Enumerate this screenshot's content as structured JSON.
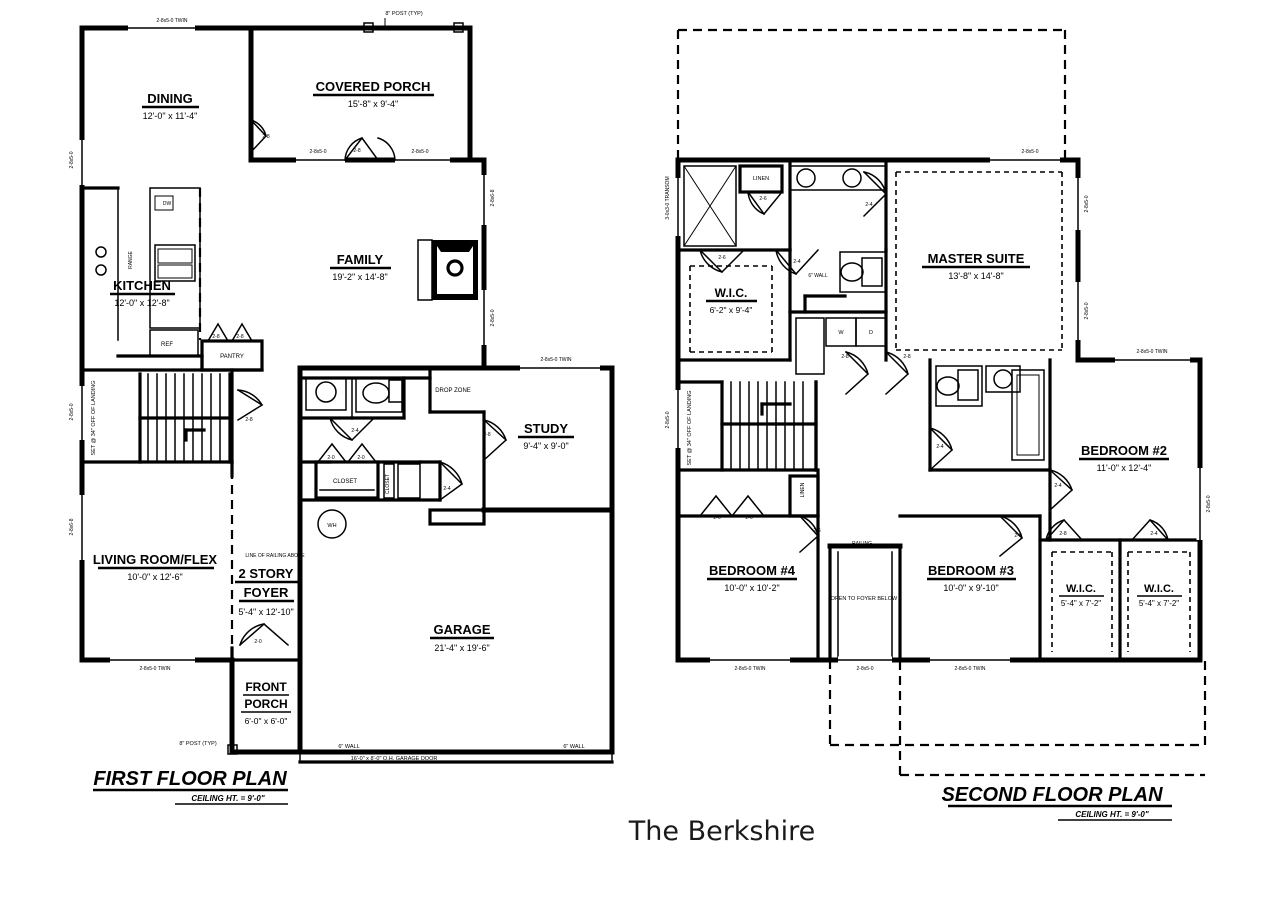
{
  "document": {
    "plan_name": "The Berkshire",
    "sheets": [
      {
        "id": "first",
        "title": "FIRST FLOOR PLAN",
        "subtitle": "CEILING HT. = 9'-0\""
      },
      {
        "id": "second",
        "title": "SECOND FLOOR PLAN",
        "subtitle": "CEILING HT. = 9'-0\""
      }
    ]
  },
  "first_floor": {
    "rooms": [
      {
        "name": "DINING",
        "dim": "12'-0\" x 11'-4\""
      },
      {
        "name": "COVERED PORCH",
        "dim": "15'-8\" x 9'-4\""
      },
      {
        "name": "KITCHEN",
        "dim": "12'-0\" x 12'-8\""
      },
      {
        "name": "FAMILY",
        "dim": "19'-2\" x 14'-8\""
      },
      {
        "name": "STUDY",
        "dim": "9'-4\" x 9'-0\""
      },
      {
        "name": "LIVING ROOM/FLEX",
        "dim": "10'-0\" x 12'-6\""
      },
      {
        "name": "2 STORY",
        "dim": ""
      },
      {
        "name": "FOYER",
        "dim": "5'-4\" x 12'-10\""
      },
      {
        "name": "GARAGE",
        "dim": "21'-4\" x 19'-6\""
      },
      {
        "name": "FRONT",
        "dim": ""
      },
      {
        "name": "PORCH",
        "dim": "6'-0\" x 6'-0\""
      }
    ],
    "small_labels": {
      "pantry": "PANTRY",
      "ref": "REF",
      "dw": "DW",
      "range": "RANGE",
      "closet": "CLOSET",
      "closet2": "CLOSET",
      "drop_zone": "DROP ZONE",
      "wh": "WH",
      "stair_note": "SET @ 34\" OFF OF LANDING",
      "railing_note": "LINE OF RAILING ABOVE"
    },
    "annotations": {
      "post_top": "8\" POST (TYP)",
      "post_bottom": "8\" POST (TYP)",
      "wall_left": "6\" WALL",
      "wall_right": "6\" WALL",
      "garage_door": "16'-0\" x 8'-0\" O.H. GARAGE DOOR"
    },
    "windows": [
      {
        "tag": "2-8x5-0 TWIN"
      },
      {
        "tag": "2-8x5-0"
      },
      {
        "tag": "2-8x5-0"
      },
      {
        "tag": "2-8x6-8"
      },
      {
        "tag": "2-8x6-8"
      },
      {
        "tag": "2-8x5-0"
      },
      {
        "tag": "2-8x5-0"
      },
      {
        "tag": "2-8x5-0"
      },
      {
        "tag": "2-8x5-0 TWIN"
      },
      {
        "tag": "2-8x5-0 TWIN"
      }
    ],
    "door_tags": [
      "2-8",
      "2-8",
      "2-8",
      "2-8",
      "2-4",
      "2-4",
      "2-0",
      "2-0",
      "2-8",
      "2-8",
      "2-0",
      "3-0",
      "3-0"
    ]
  },
  "second_floor": {
    "rooms": [
      {
        "name": "MASTER SUITE",
        "dim": "13'-8\" x 14'-8\""
      },
      {
        "name": "W.I.C.",
        "dim": "6'-2\" x 9'-4\""
      },
      {
        "name": "BEDROOM #2",
        "dim": "11'-0\" x 12'-4\""
      },
      {
        "name": "BEDROOM #3",
        "dim": "10'-0\" x 9'-10\""
      },
      {
        "name": "BEDROOM #4",
        "dim": "10'-0\" x 10'-2\""
      },
      {
        "name": "W.I.C.",
        "dim": "5'-4\" x 7'-2\""
      },
      {
        "name": "W.I.C.",
        "dim": "5'-4\" x 7'-2\""
      }
    ],
    "small_labels": {
      "linen": "LINEN",
      "linen2": "LINEN",
      "washer": "W",
      "dryer": "D",
      "six_wall": "6\" WALL",
      "railing": "RAILING",
      "open_to_foyer": "OPEN TO FOYER BELOW",
      "stair_note": "SET @ 34\" OFF OF LANDING",
      "transom": "3-0x3-0 TRANSOM"
    },
    "windows": [
      {
        "tag": "2-8x5-0"
      },
      {
        "tag": "2-8x5-0"
      },
      {
        "tag": "2-8x5-0"
      },
      {
        "tag": "2-8x5-0 TWIN"
      },
      {
        "tag": "2-8x5-0"
      },
      {
        "tag": "2-8x5-0 TWIN"
      },
      {
        "tag": "2-8x5-0"
      },
      {
        "tag": "2-8x5-0 TWIN"
      }
    ],
    "door_tags": [
      "2-6",
      "2-4",
      "2-6",
      "2-4",
      "2-8",
      "2-8",
      "2-4",
      "2-4",
      "2-6",
      "2-6",
      "2-6",
      "2-8",
      "2-8",
      "2-4",
      "2-4"
    ]
  },
  "colors": {
    "ink": "#000000",
    "paper": "#ffffff",
    "title_ink": "#1a1a1a"
  }
}
